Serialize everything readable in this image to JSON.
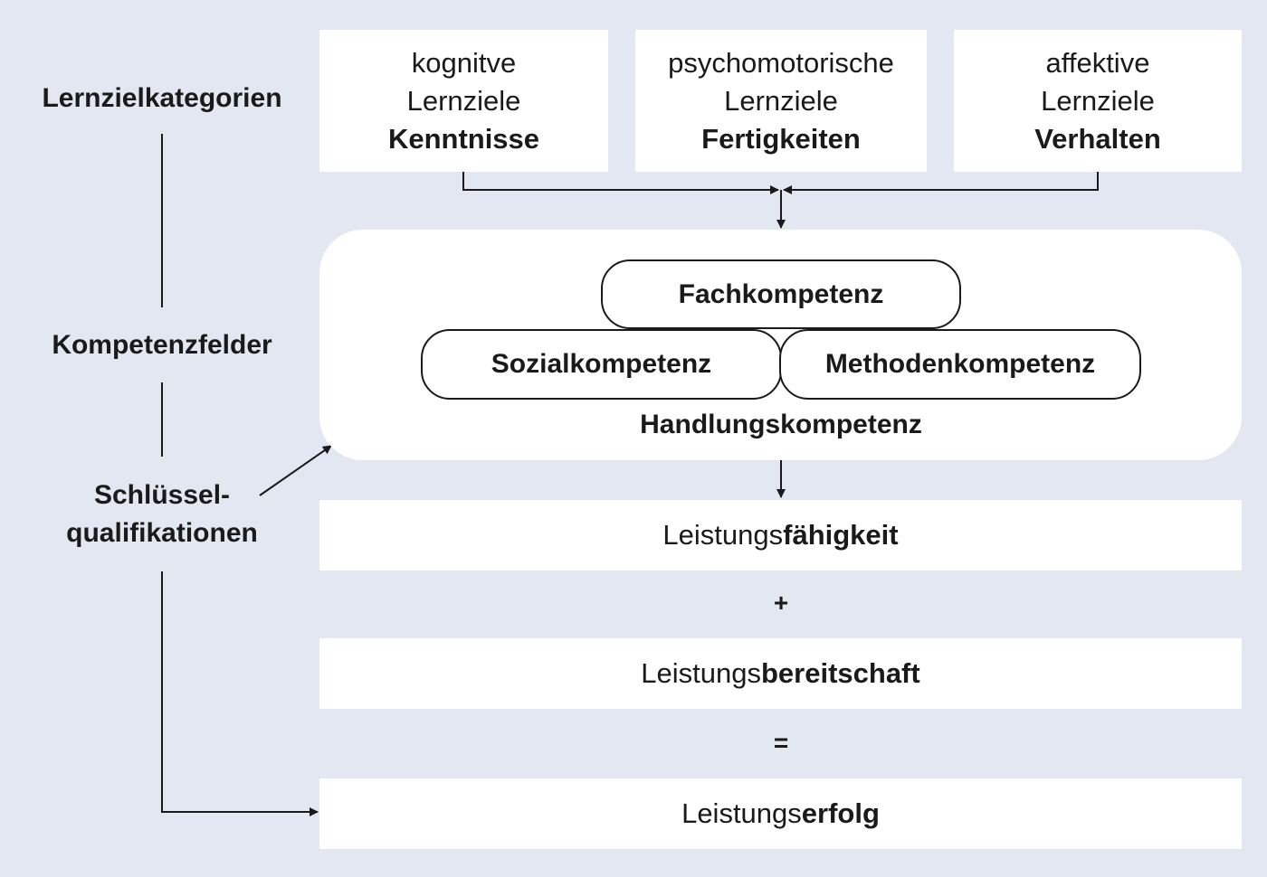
{
  "left_labels": {
    "lernzielkategorien": "Lernzielkategorien",
    "kompetenzfelder": "Kompetenzfelder",
    "schluessel_line1": "Schlüssel-",
    "schluessel_line2": "qualifikationen"
  },
  "categories": [
    {
      "kind_line1": "kognitve",
      "kind_line2": "Lernziele",
      "name": "Kenntnisse"
    },
    {
      "kind_line1": "psychomotorische",
      "kind_line2": "Lernziele",
      "name": "Fertigkeiten"
    },
    {
      "kind_line1": "affektive",
      "kind_line2": "Lernziele",
      "name": "Verhalten"
    }
  ],
  "competences": {
    "fach": "Fachkompetenz",
    "sozial": "Sozialkompetenz",
    "methoden": "Methodenkompetenz",
    "handlung": "Handlungskompetenz"
  },
  "results": {
    "faehigkeit_prefix": "Leistungs",
    "faehigkeit_bold": "fähigkeit",
    "plus": "+",
    "bereitschaft_prefix": "Leistungs",
    "bereitschaft_bold": "bereitschaft",
    "equals": "=",
    "erfolg_prefix": "Leistungs",
    "erfolg_bold": "erfolg"
  },
  "colors": {
    "background": "#e3e7f1",
    "box": "#ffffff",
    "line": "#1a1a1a"
  }
}
